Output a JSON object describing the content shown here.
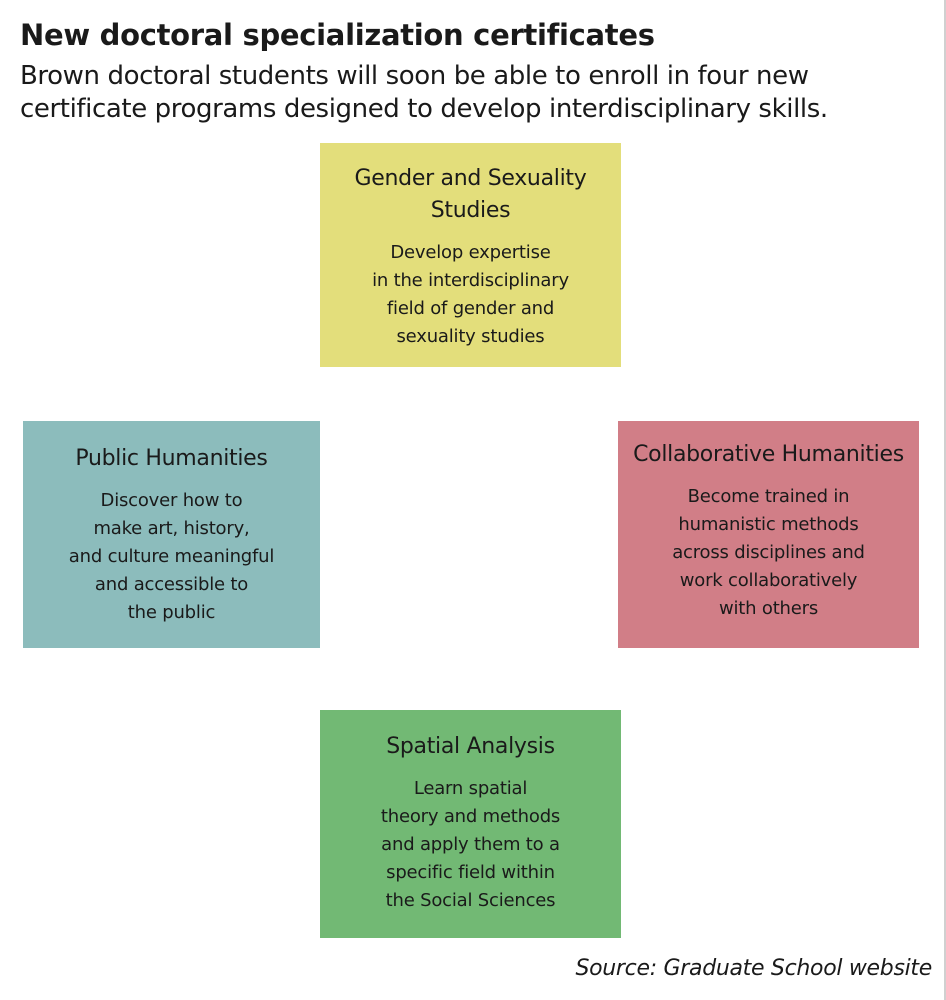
{
  "header": {
    "title": "New doctoral specialization certificates",
    "subtitle": "Brown doctoral students will soon be able to enroll in four new certificate programs designed to develop interdisciplinary skills."
  },
  "certificates": [
    {
      "id": "gender",
      "title_lines": [
        "Gender and Sexuality",
        "Studies"
      ],
      "desc_lines": [
        "Develop expertise",
        "in the interdisciplinary",
        "field of gender and",
        "sexuality studies"
      ],
      "color": "#e3de7b"
    },
    {
      "id": "public",
      "title_lines": [
        "Public Humanities"
      ],
      "desc_lines": [
        "Discover how to",
        "make art, history,",
        "and culture meaningful",
        "and accessible to",
        "the public"
      ],
      "color": "#8cbcbc"
    },
    {
      "id": "collab",
      "title_lines": [
        "Collaborative Humanities"
      ],
      "desc_lines": [
        "Become trained in",
        "humanistic methods",
        "across disciplines and",
        "work collaboratively",
        "with others"
      ],
      "color": "#d17e87"
    },
    {
      "id": "spatial",
      "title_lines": [
        "Spatial Analysis"
      ],
      "desc_lines": [
        "Learn spatial",
        "theory and methods",
        "and apply them to a",
        "specific field within",
        "the Social Sciences"
      ],
      "color": "#72b974"
    }
  ],
  "footer": {
    "source": "Source: Graduate School website"
  }
}
